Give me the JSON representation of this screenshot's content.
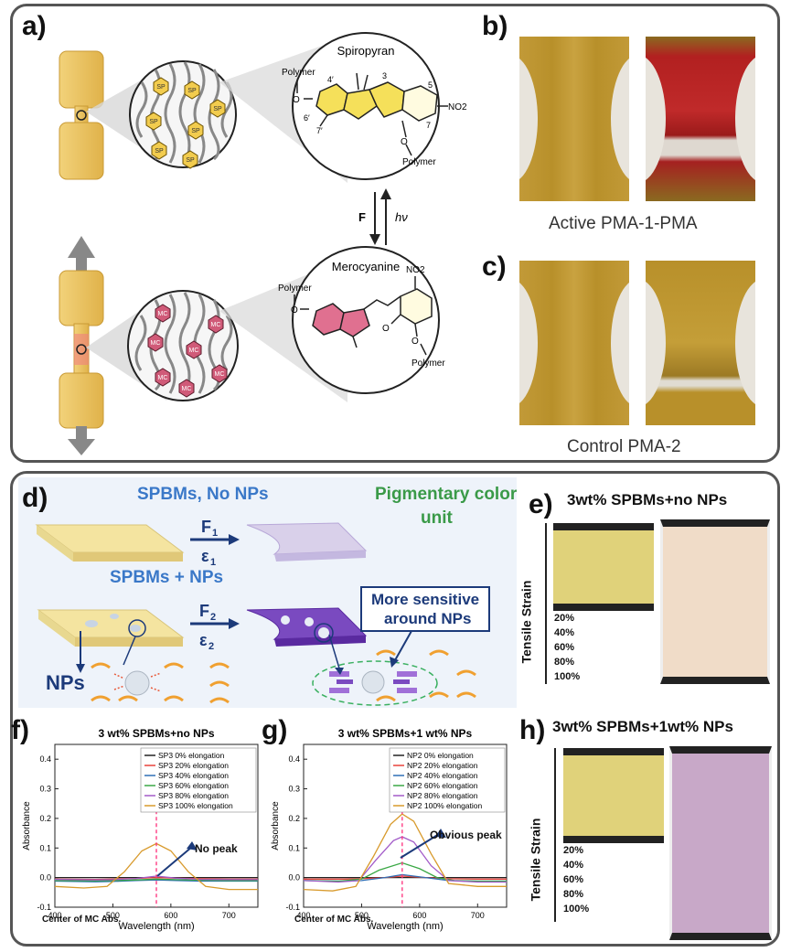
{
  "panels": {
    "a": {
      "label": "a)",
      "spiropyran": "Spiropyran",
      "merocyanine": "Merocyanine",
      "polymer": "Polymer",
      "sp": "SP",
      "mc": "MC",
      "force": "F",
      "light": "hν",
      "pos": [
        "4′",
        "3",
        "5",
        "6′",
        "7′",
        "7"
      ],
      "no2": "NO2",
      "o": "O"
    },
    "b": {
      "label": "b)",
      "caption": "Active PMA-1-PMA"
    },
    "c": {
      "label": "c)",
      "caption": "Control PMA-2"
    },
    "d": {
      "label": "d)",
      "line1": "SPBMs, No NPs",
      "line2": "SPBMs + NPs",
      "pig1": "Pigmentary color",
      "pig2": "unit",
      "f1": "F",
      "f1sub": "1",
      "e1": "ε",
      "e1sub": "1",
      "f2": "F",
      "f2sub": "2",
      "e2": "ε",
      "e2sub": "2",
      "nps": "NPs",
      "sens1": "More sensitive",
      "sens2": "around NPs"
    },
    "e": {
      "label": "e)",
      "title": "3wt% SPBMs+no NPs",
      "strain_label": "Tensile Strain",
      "ticks": [
        "20%",
        "40%",
        "60%",
        "80%",
        "100%"
      ]
    },
    "f": {
      "label": "f)",
      "annotation": "No peak",
      "center": "Center of MC Abs."
    },
    "g": {
      "label": "g)",
      "annotation": "Obvious peak",
      "center": "Center of MC Abs."
    },
    "h": {
      "label": "h)",
      "title": "3wt% SPBMs+1wt% NPs",
      "strain_label": "Tensile Strain",
      "ticks": [
        "20%",
        "40%",
        "60%",
        "80%",
        "100%"
      ]
    }
  },
  "colors": {
    "s0": "#222222",
    "s20": "#e8423a",
    "s40": "#2f6fb5",
    "s60": "#3aa845",
    "s80": "#a25ac8",
    "s100": "#d89a2c",
    "center": "#ff2d7a"
  },
  "chart_data": [
    {
      "type": "line",
      "title": "3 wt% SPBMs+no NPs",
      "xlabel": "Wavelength (nm)",
      "ylabel": "Absorbance",
      "xlim": [
        400,
        750
      ],
      "ylim": [
        -0.1,
        0.45
      ],
      "xticks": [
        400,
        500,
        600,
        700
      ],
      "yticks": [
        -0.1,
        0.0,
        0.1,
        0.2,
        0.3,
        0.4
      ],
      "grid": false,
      "legend": "top-right",
      "vline": 575,
      "series": [
        {
          "name": "SP3 0%   elongation",
          "x": [
            400,
            470,
            500,
            540,
            575,
            610,
            650,
            700,
            750
          ],
          "y": [
            0.0,
            0.0,
            0.0,
            0.0,
            0.0,
            0.0,
            0.0,
            0.0,
            0.0
          ]
        },
        {
          "name": "SP3 20%  elongation",
          "x": [
            400,
            470,
            500,
            540,
            575,
            610,
            650,
            700,
            750
          ],
          "y": [
            -0.005,
            -0.006,
            -0.005,
            -0.003,
            0.0,
            -0.002,
            -0.004,
            -0.005,
            -0.005
          ]
        },
        {
          "name": "SP3 40%  elongation",
          "x": [
            400,
            470,
            500,
            540,
            575,
            610,
            650,
            700,
            750
          ],
          "y": [
            -0.012,
            -0.014,
            -0.013,
            -0.01,
            -0.008,
            -0.01,
            -0.012,
            -0.012,
            -0.012
          ]
        },
        {
          "name": "SP3 60%  elongation",
          "x": [
            400,
            470,
            500,
            540,
            575,
            610,
            650,
            700,
            750
          ],
          "y": [
            -0.01,
            -0.011,
            -0.01,
            -0.008,
            -0.005,
            -0.007,
            -0.009,
            -0.01,
            -0.01
          ]
        },
        {
          "name": "SP3 80%  elongation",
          "x": [
            400,
            470,
            500,
            540,
            575,
            610,
            650,
            700,
            750
          ],
          "y": [
            -0.006,
            -0.008,
            -0.007,
            -0.003,
            0.005,
            -0.002,
            -0.006,
            -0.007,
            -0.007
          ]
        },
        {
          "name": "SP3 100% elongation",
          "x": [
            400,
            450,
            490,
            520,
            550,
            575,
            600,
            630,
            660,
            700,
            750
          ],
          "y": [
            -0.03,
            -0.035,
            -0.03,
            0.02,
            0.09,
            0.115,
            0.09,
            0.02,
            -0.03,
            -0.04,
            -0.04
          ]
        }
      ]
    },
    {
      "type": "line",
      "title": "3 wt% SPBMs+1 wt% NPs",
      "xlabel": "Wavelength (nm)",
      "ylabel": "Absorbance",
      "xlim": [
        400,
        750
      ],
      "ylim": [
        -0.1,
        0.45
      ],
      "xticks": [
        400,
        500,
        600,
        700
      ],
      "yticks": [
        -0.1,
        0.0,
        0.1,
        0.2,
        0.3,
        0.4
      ],
      "grid": false,
      "legend": "top-right",
      "vline": 570,
      "series": [
        {
          "name": "NP2 0%   elongation",
          "x": [
            400,
            470,
            500,
            540,
            570,
            610,
            650,
            700,
            750
          ],
          "y": [
            0.0,
            0.0,
            0.0,
            0.0,
            0.0,
            0.0,
            0.0,
            0.0,
            0.0
          ]
        },
        {
          "name": "NP2 20%  elongation",
          "x": [
            400,
            470,
            500,
            540,
            570,
            610,
            650,
            700,
            750
          ],
          "y": [
            -0.005,
            -0.005,
            -0.004,
            0.0,
            0.005,
            0.0,
            -0.004,
            -0.005,
            -0.005
          ]
        },
        {
          "name": "NP2 40%  elongation",
          "x": [
            400,
            470,
            500,
            540,
            570,
            610,
            650,
            700,
            750
          ],
          "y": [
            -0.01,
            -0.012,
            -0.01,
            0.0,
            0.01,
            0.0,
            -0.01,
            -0.012,
            -0.012
          ]
        },
        {
          "name": "NP2 60%  elongation",
          "x": [
            400,
            460,
            500,
            530,
            570,
            600,
            630,
            660,
            700,
            750
          ],
          "y": [
            -0.01,
            -0.012,
            -0.005,
            0.025,
            0.05,
            0.03,
            0.0,
            -0.01,
            -0.012,
            -0.012
          ]
        },
        {
          "name": "NP2 80%  elongation",
          "x": [
            400,
            460,
            495,
            525,
            555,
            570,
            590,
            620,
            650,
            700,
            750
          ],
          "y": [
            -0.01,
            -0.015,
            -0.01,
            0.06,
            0.125,
            0.138,
            0.12,
            0.04,
            -0.01,
            -0.015,
            -0.015
          ]
        },
        {
          "name": "NP2 100% elongation",
          "x": [
            400,
            450,
            490,
            520,
            550,
            570,
            590,
            620,
            650,
            700,
            750
          ],
          "y": [
            -0.04,
            -0.045,
            -0.03,
            0.07,
            0.18,
            0.215,
            0.19,
            0.08,
            -0.02,
            -0.03,
            -0.03
          ]
        }
      ]
    }
  ]
}
